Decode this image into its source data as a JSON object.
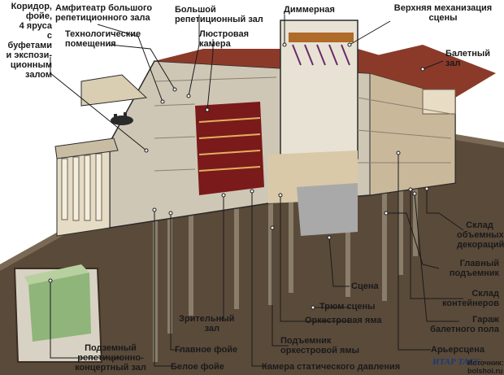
{
  "labels": {
    "corridor": "Коридор,\nфойе,\n4 яруса\nс буфетами\nи экспози-\nционным\nзалом",
    "amphitheatre": "Амфитеатр большого\nрепетиционного зала",
    "tech_rooms": "Технологические\nпомещения",
    "big_rehearsal": "Большой\nрепетиционный зал",
    "chandelier": "Люстровая\nкамера",
    "dimmer": "Диммерная",
    "upper_mechanization": "Верхняя механизация\nсцены",
    "ballet_hall": "Балетный\nзал",
    "scenery_storage": "Склад\nобъемных\nдекораций",
    "main_lift": "Главный\nподъемник",
    "container_storage": "Склад\nконтейнеров",
    "ballet_floor_garage": "Гараж\nбалетного пола",
    "rear_stage": "Арьерсцена",
    "stage": "Сцена",
    "stage_trap": "Трюм сцены",
    "orchestra_pit": "Оркестровая яма",
    "pit_lift": "Подъемник\nоркестровой ямы",
    "static_pressure": "Камера статического давления",
    "auditorium": "Зрительный\nзал",
    "main_foyer": "Главное фойе",
    "white_foyer": "Белое фойе",
    "underground_hall": "Подземный\nрепетиционно-\nконцертный зал"
  },
  "credit": {
    "agency": "ИТАР\nТАСС",
    "source": "Источник:\nbolshoi.ru"
  }
}
